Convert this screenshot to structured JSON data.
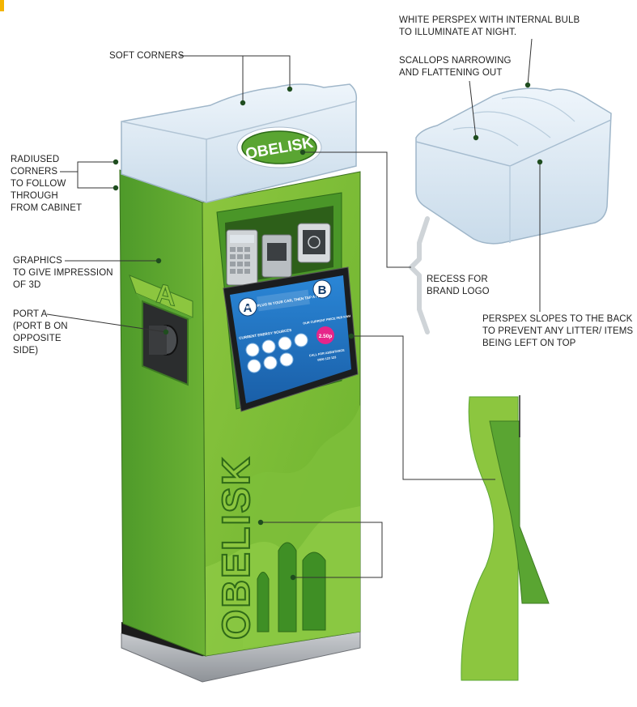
{
  "accent_colors": {
    "green_light": "#8cc63f",
    "green_mid": "#5aa532",
    "green_dark": "#3d7a22",
    "perspex": "#dbe8f3",
    "screen_blue": "#1e73be",
    "leader": "#333333",
    "dot": "#1f4d1f",
    "corner_mark": "#f4b400"
  },
  "labels": {
    "soft_corners": [
      "SOFT CORNERS"
    ],
    "radiused_corners": [
      "RADIUSED",
      "CORNERS",
      "TO FOLLOW",
      "THROUGH",
      "FROM CABINET"
    ],
    "graphics_3d": [
      "GRAPHICS",
      "TO GIVE IMPRESSION",
      "OF 3D"
    ],
    "port_a": [
      "PORT A",
      "(PORT B ON",
      "OPPOSITE",
      "SIDE)"
    ],
    "white_perspex": [
      "WHITE PERSPEX  WITH INTERNAL BULB",
      "TO ILLUMINATE AT NIGHT."
    ],
    "scallops": [
      "SCALLOPS NARROWING",
      "AND FLATTENING OUT"
    ],
    "recess": [
      "RECESS FOR",
      "BRAND LOGO"
    ],
    "perspex_slopes": [
      "PERSPEX SLOPES TO THE BACK",
      "TO PREVENT ANY LITTER/ ITEMS",
      "BEING LEFT ON TOP"
    ]
  },
  "kiosk": {
    "brand_top": "OBELISK",
    "brand_side": "OBELISK",
    "port_letter": "A",
    "screen": {
      "badge_a": "A",
      "badge_b": "B",
      "headline": "FIRST PLUG IN YOUR CAR, THEN TAP A / B",
      "sources_title": "CURRENT ENERGY SOURCES",
      "price_title": "OUR CURRENT PRICE PER KWH",
      "price": "2.50p",
      "assist": "CALL FOR ASSISTANCE",
      "phone": "0800 123 123"
    }
  }
}
